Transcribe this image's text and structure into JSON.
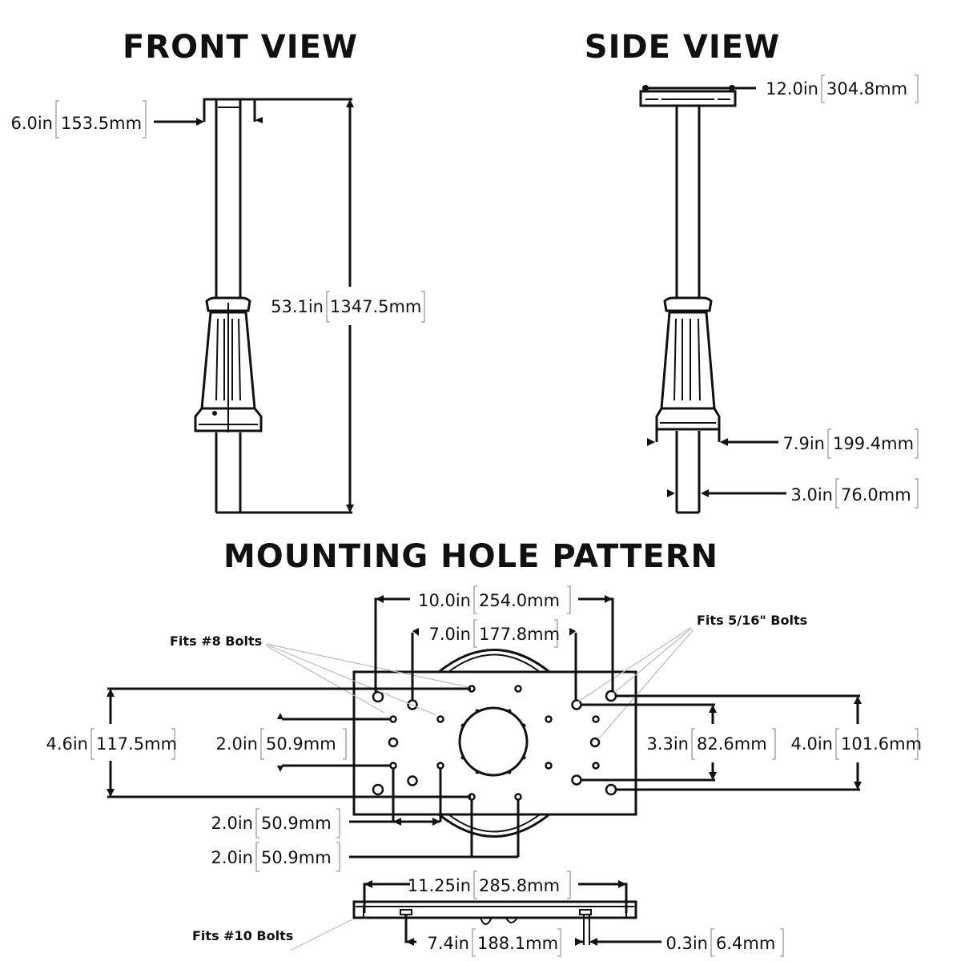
{
  "titles": {
    "front": "FRONT VIEW",
    "side": "SIDE VIEW",
    "mounting": "MOUNTING HOLE PATTERN"
  },
  "front_view": {
    "top_width": {
      "in": "6.0in",
      "mm": "153.5mm"
    },
    "height": {
      "in": "53.1in",
      "mm": "1347.5mm"
    }
  },
  "side_view": {
    "plate_width": {
      "in": "12.0in",
      "mm": "304.8mm"
    },
    "base_width": {
      "in": "7.9in",
      "mm": "199.4mm"
    },
    "pole_diameter": {
      "in": "3.0in",
      "mm": "76.0mm"
    }
  },
  "mounting_pattern": {
    "outer_span": {
      "in": "10.0in",
      "mm": "254.0mm"
    },
    "inner_span": {
      "in": "7.0in",
      "mm": "177.8mm"
    },
    "overall_height": {
      "in": "4.6in",
      "mm": "117.5mm"
    },
    "left_vertical_spacing": {
      "in": "2.0in",
      "mm": "50.9mm"
    },
    "right_inner_height": {
      "in": "3.3in",
      "mm": "82.6mm"
    },
    "right_outer_height": {
      "in": "4.0in",
      "mm": "101.6mm"
    },
    "bottom_spacing_1": {
      "in": "2.0in",
      "mm": "50.9mm"
    },
    "bottom_spacing_2": {
      "in": "2.0in",
      "mm": "50.9mm"
    },
    "note_8_bolts": "Fits #8 Bolts",
    "note_516_bolts": "Fits 5/16\" Bolts"
  },
  "bottom_profile": {
    "overall_span": {
      "in": "11.25in",
      "mm": "285.8mm"
    },
    "hole_span": {
      "in": "7.4in",
      "mm": "188.1mm"
    },
    "thickness": {
      "in": "0.3in",
      "mm": "6.4mm"
    },
    "note_10_bolts": "Fits #10 Bolts"
  }
}
